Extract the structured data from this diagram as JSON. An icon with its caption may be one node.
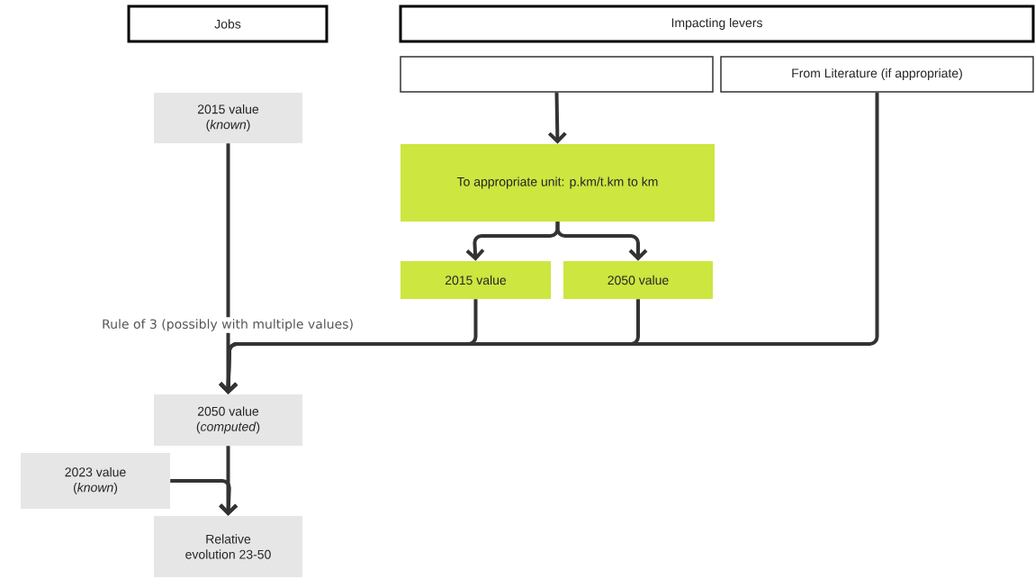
{
  "diagram": {
    "nodes": [
      {
        "text": [
          "Jobs"
        ]
      },
      {
        "text": [
          "Impacting levers"
        ]
      },
      {
        "text": [],
        "shape": "box"
      },
      {
        "text": [
          "From Literature (if appropriate)"
        ]
      },
      {
        "text": [
          "2015 value (*known*)"
        ]
      },
      {
        "text": [
          "To appropriate unit: p.km/t.km to km"
        ]
      },
      {
        "text": [
          "2015 value"
        ]
      },
      {
        "text": [
          "2050 value"
        ]
      },
      {
        "text": [
          "2050 value (*computed*)"
        ]
      },
      {
        "text": [
          "2023 value (*known*)"
        ]
      },
      {
        "text": [
          "Relative evolution 23-50"
        ]
      }
    ],
    "edges": [
      {
        "from": 2,
        "to": 5,
        "arrow": "to"
      },
      {
        "from": 5,
        "to": 6,
        "arrow": "to"
      },
      {
        "from": 5,
        "to": 7,
        "arrow": "to"
      },
      {
        "from": 4,
        "to": 8,
        "arrow": "to",
        "label": "Rule of 3 (possibly with multiple values)"
      },
      {
        "from": 6,
        "to": 8,
        "arrow": "to"
      },
      {
        "from": 7,
        "to": 8,
        "arrow": "to"
      },
      {
        "from": 3,
        "to": 8,
        "arrow": "to"
      },
      {
        "from": 8,
        "to": 10,
        "arrow": "to"
      },
      {
        "from": 9,
        "to": 10,
        "arrow": "to"
      }
    ]
  }
}
